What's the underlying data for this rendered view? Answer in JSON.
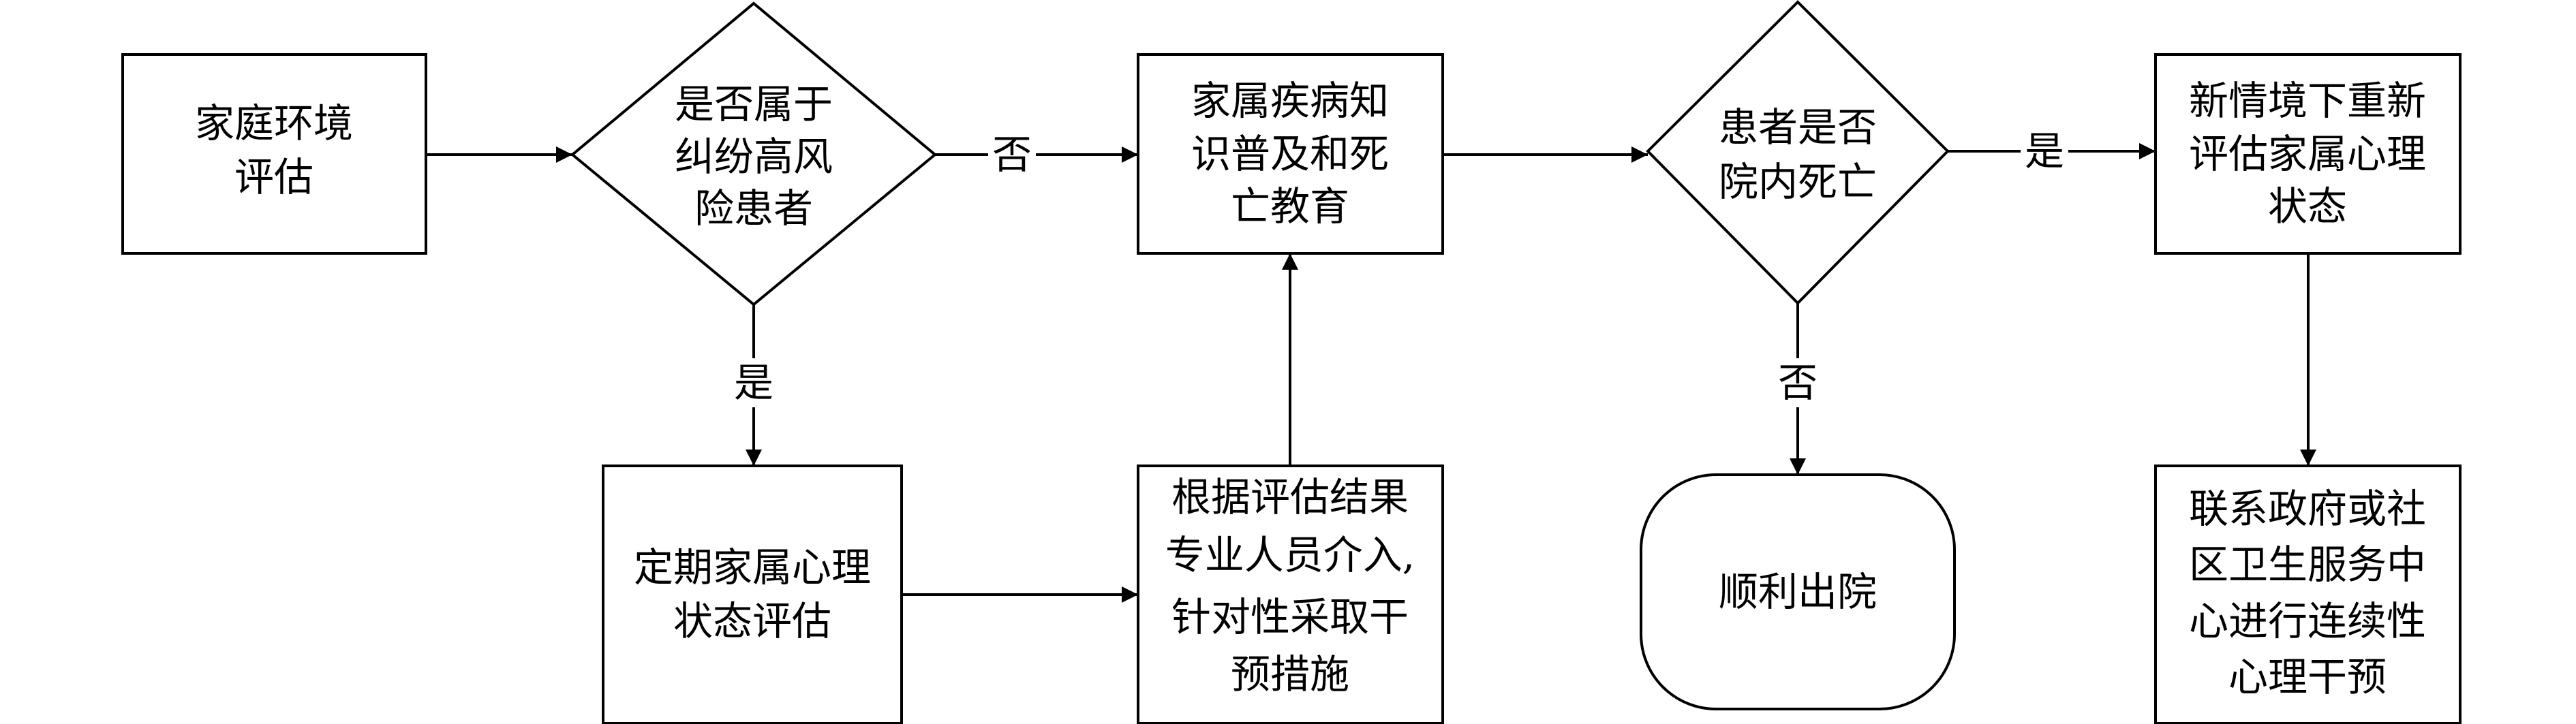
{
  "nodes": {
    "family_env": {
      "lines": [
        "家庭环境",
        "评估"
      ]
    },
    "dispute_risk": {
      "lines": [
        "是否属于",
        "纠纷高风",
        "险患者"
      ]
    },
    "education": {
      "lines": [
        "家属疾病知",
        "识普及和死",
        "亡教育"
      ]
    },
    "death_in_hospital": {
      "lines": [
        "患者是否",
        "院内死亡"
      ]
    },
    "reassess": {
      "lines": [
        "新情境下重新",
        "评估家属心理",
        "状态"
      ]
    },
    "periodic_assess": {
      "lines": [
        "定期家属心理",
        "状态评估"
      ]
    },
    "intervention": {
      "lines": [
        "根据评估结果",
        "专业人员介入,",
        "针对性采取干",
        "预措施"
      ]
    },
    "discharge": {
      "lines": [
        "顺利出院"
      ]
    },
    "community": {
      "lines": [
        "联系政府或社",
        "区卫生服务中",
        "心进行连续性",
        "心理干预"
      ]
    }
  },
  "edges": {
    "risk_no": "否",
    "risk_yes": "是",
    "death_yes": "是",
    "death_no": "否"
  }
}
